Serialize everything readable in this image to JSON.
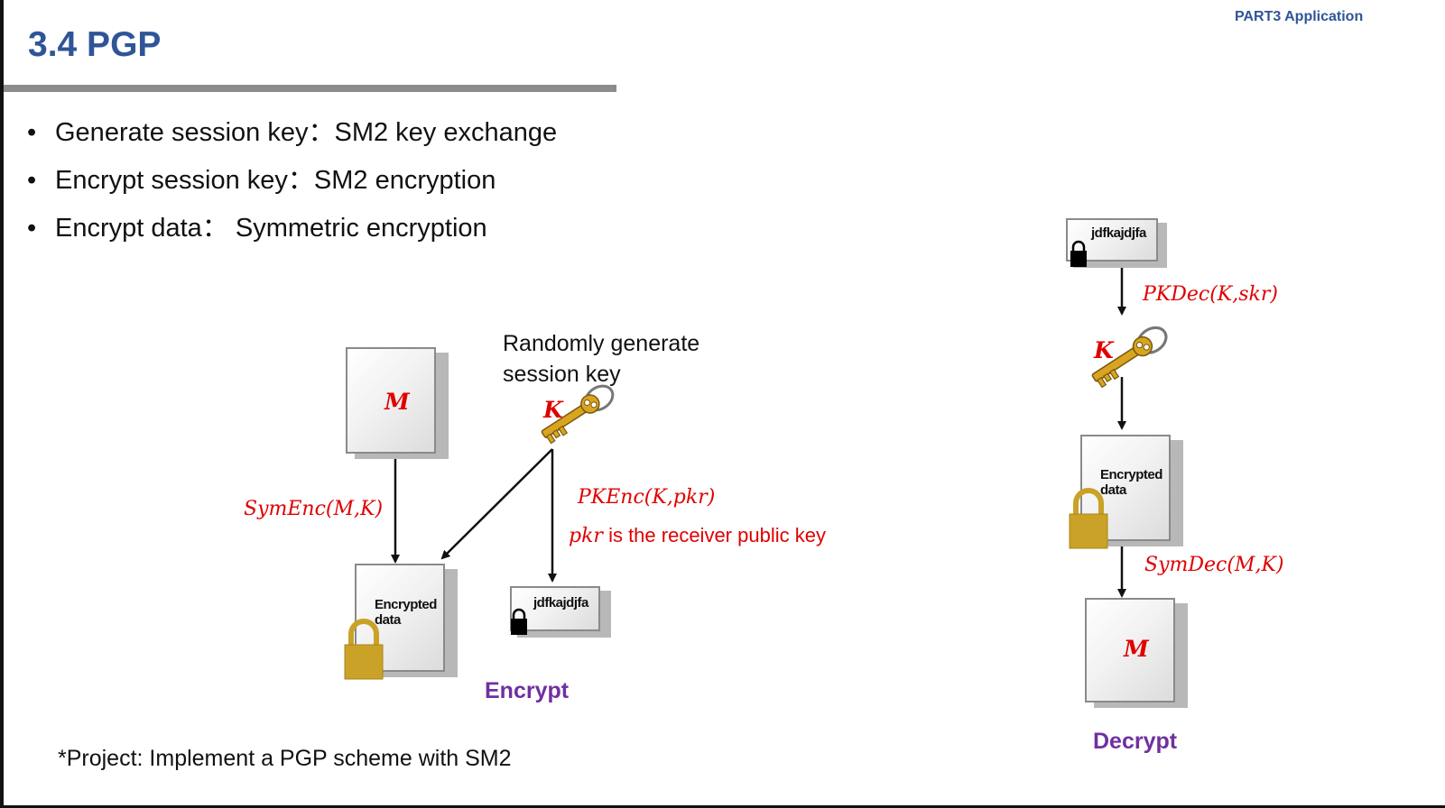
{
  "header": {
    "part_label": "PART3  Application",
    "title": "3.4  PGP"
  },
  "bullets": [
    {
      "text": "Generate session key：SM2 key exchange"
    },
    {
      "text": "Encrypt session key：SM2 encryption"
    },
    {
      "text": "Encrypt data： Symmetric encryption"
    }
  ],
  "encrypt": {
    "random_label_line1": "Randomly generate",
    "random_label_line2": "session key",
    "key_letter": "K",
    "message_letter": "M",
    "sym_enc_label": "SymEnc(M,K)",
    "pk_enc_label": "PKEnc(K,pkr)",
    "pk_desc_symbol": "pkr",
    "pk_desc_text": "is the receiver public key",
    "encrypted_data_line1": "Encrypted",
    "encrypted_data_line2": "data",
    "cipher_text": "jdfkajdjfa",
    "section_label": "Encrypt"
  },
  "decrypt": {
    "cipher_text": "jdfkajdjfa",
    "pk_dec_label": "PKDec(K,skr)",
    "key_letter": "K",
    "encrypted_data_line1": "Encrypted",
    "encrypted_data_line2": "data",
    "sym_dec_label": "SymDec(M,K)",
    "message_letter": "M",
    "section_label": "Decrypt"
  },
  "footer": {
    "project_note": "*Project: Implement a PGP scheme with SM2"
  },
  "colors": {
    "title_blue": "#2f5597",
    "formula_red": "#e00000",
    "label_purple": "#7030a0",
    "lock_gold": "#c9a227",
    "key_gold": "#d9a520"
  },
  "icons": [
    "key-icon",
    "lock-icon",
    "document-icon"
  ]
}
